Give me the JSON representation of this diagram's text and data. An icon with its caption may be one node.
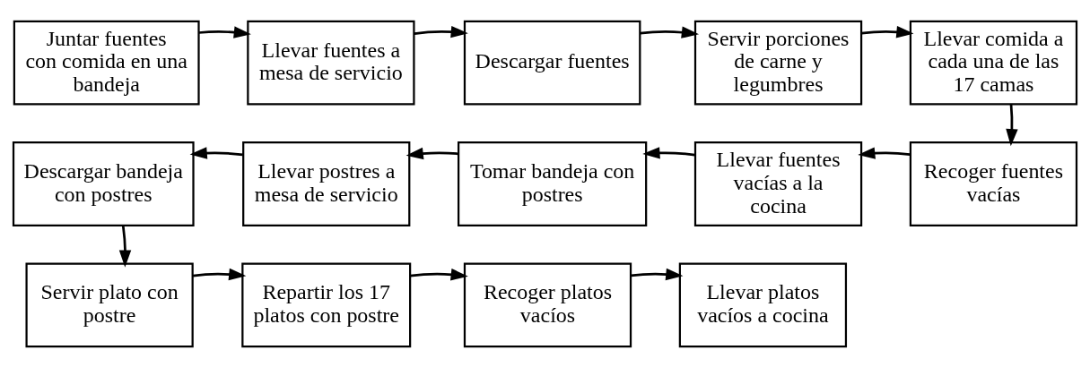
{
  "diagram": {
    "nodes": [
      {
        "text": [
          "Juntar fuentes con comida en una bandeja"
        ]
      },
      {
        "text": [
          "Llevar fuentes a mesa de servicio"
        ]
      },
      {
        "text": [
          "Descargar fuentes"
        ]
      },
      {
        "text": [
          "Servir porciones de carne y legumbres"
        ]
      },
      {
        "text": [
          "Llevar comida a cada una de las 17 camas"
        ]
      },
      {
        "text": [
          "Recoger fuentes vacías"
        ]
      },
      {
        "text": [
          "Llevar fuentes vacías a la cocina"
        ]
      },
      {
        "text": [
          "Tomar bandeja con postres"
        ]
      },
      {
        "text": [
          "Llevar postres a mesa de servicio"
        ]
      },
      {
        "text": [
          "Descargar bandeja con postres"
        ]
      },
      {
        "text": [
          "Servir plato con postre"
        ]
      },
      {
        "text": [
          "Repartir los 17 platos con postre"
        ]
      },
      {
        "text": [
          "Recoger platos vacíos"
        ]
      },
      {
        "text": [
          "Llevar platos vacíos a cocina"
        ]
      }
    ],
    "edges": [
      {
        "from": 0,
        "to": 1,
        "arrow": "to"
      },
      {
        "from": 1,
        "to": 2,
        "arrow": "to"
      },
      {
        "from": 2,
        "to": 3,
        "arrow": "to"
      },
      {
        "from": 3,
        "to": 4,
        "arrow": "to"
      },
      {
        "from": 4,
        "to": 5,
        "arrow": "to"
      },
      {
        "from": 5,
        "to": 6,
        "arrow": "to"
      },
      {
        "from": 6,
        "to": 7,
        "arrow": "to"
      },
      {
        "from": 7,
        "to": 8,
        "arrow": "to"
      },
      {
        "from": 8,
        "to": 9,
        "arrow": "to"
      },
      {
        "from": 9,
        "to": 10,
        "arrow": "to"
      },
      {
        "from": 10,
        "to": 11,
        "arrow": "to"
      },
      {
        "from": 11,
        "to": 12,
        "arrow": "to"
      },
      {
        "from": 12,
        "to": 13,
        "arrow": "to"
      }
    ]
  }
}
